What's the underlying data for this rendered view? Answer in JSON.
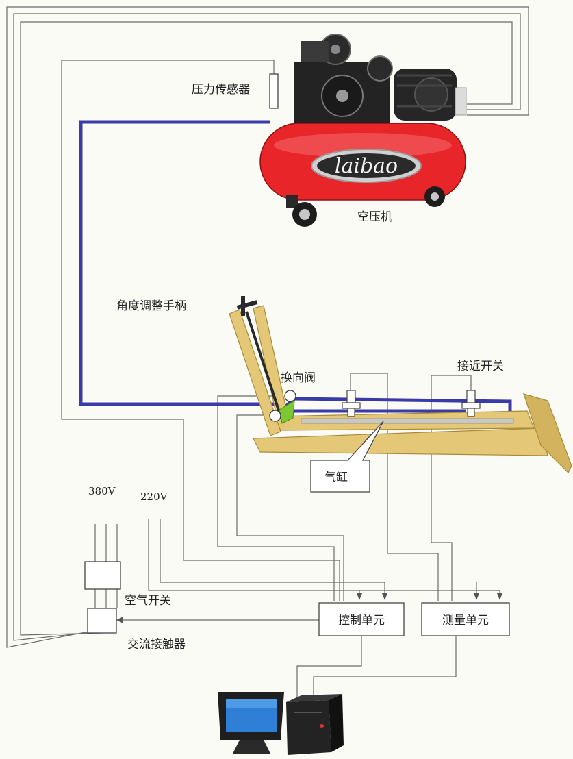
{
  "labels": {
    "pressure_sensor": "压力传感器",
    "compressor": "空压机",
    "compressor_brand": "laibao",
    "angle_handle": "角度调整手柄",
    "reversing_valve": "换向阀",
    "proximity_switch": "接近开关",
    "cylinder": "气缸",
    "v380": "380V",
    "v220": "220V",
    "air_switch": "空气开关",
    "ac_contactor": "交流接触器",
    "control_unit": "控制单元",
    "measure_unit": "测量单元"
  },
  "colors": {
    "air_pipe": "#3a3aa8",
    "signal_wire": "#6a6a6a",
    "compressor_tank": "#e8262a",
    "frame": "#e4c777",
    "valve": "#7cc832"
  }
}
